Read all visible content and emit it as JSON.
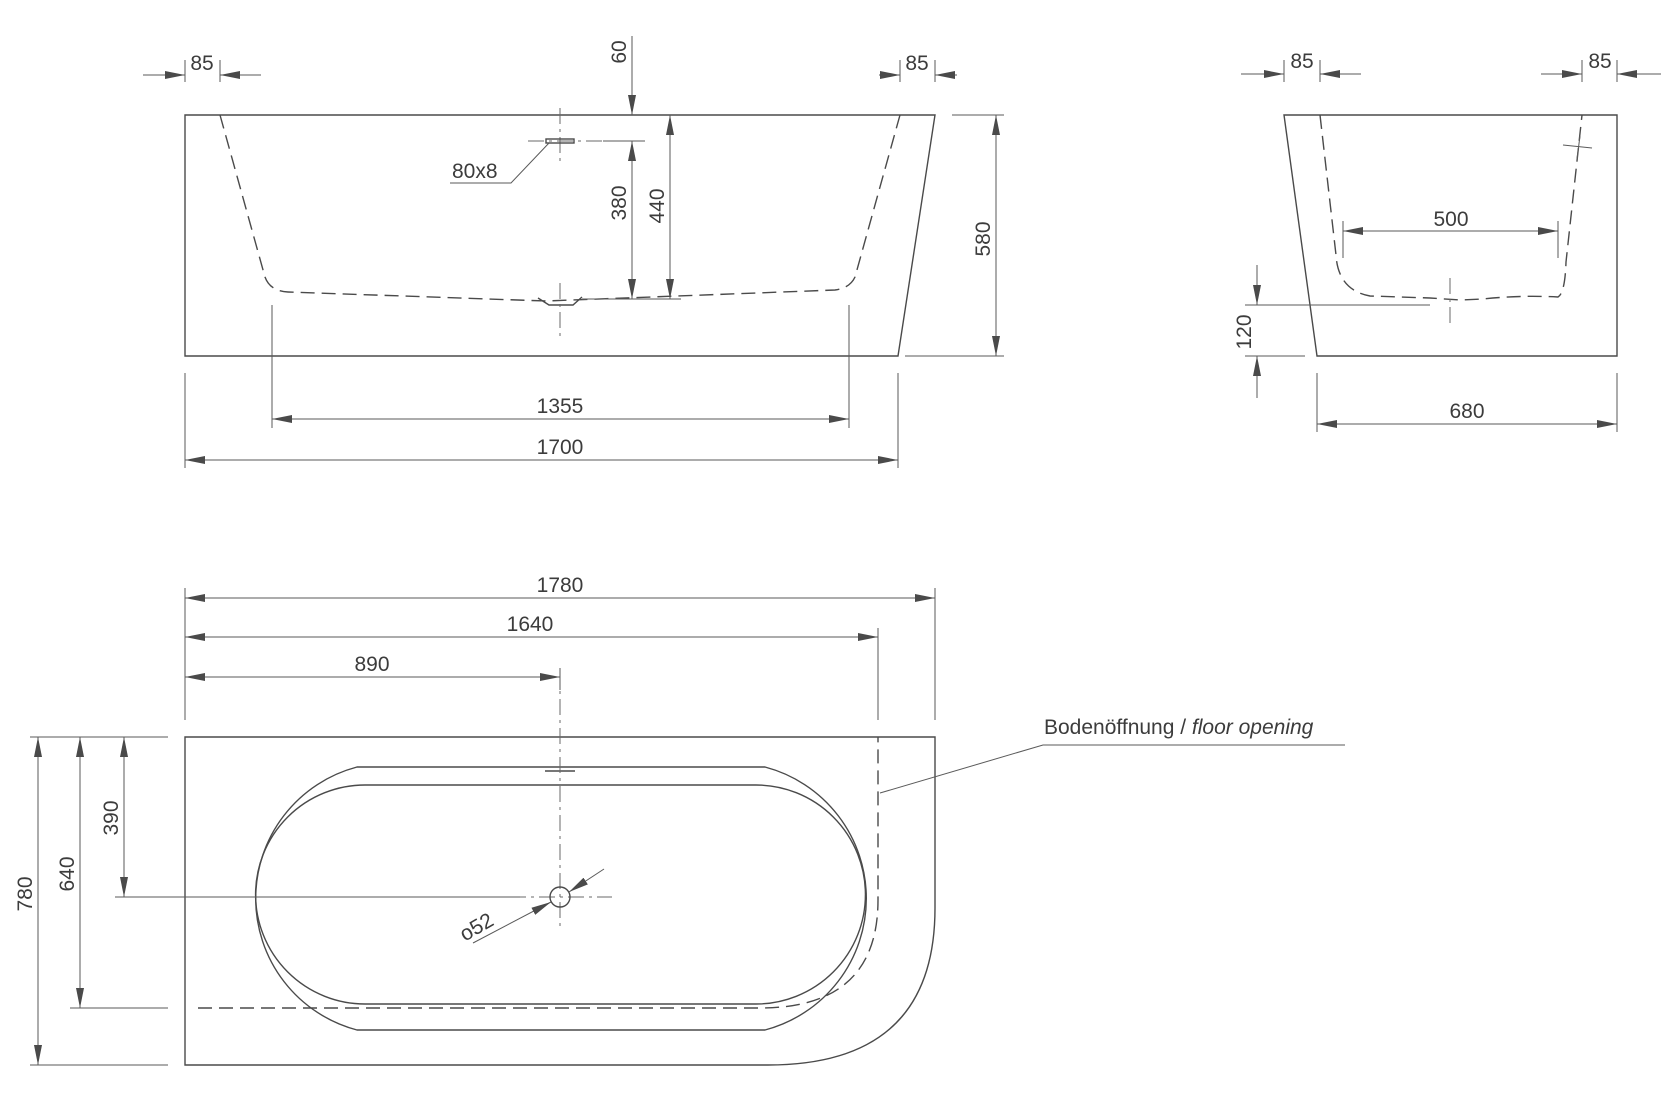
{
  "dimensions": {
    "front": {
      "rim_left": "85",
      "rim_right": "85",
      "rim_drop": "60",
      "overflow_slot": "80x8",
      "overflow_height": "380",
      "inner_depth": "440",
      "total_height": "580",
      "bottom_length": "1355",
      "base_length": "1700"
    },
    "side": {
      "rim_left": "85",
      "rim_right": "85",
      "bottom_width": "500",
      "drain_height": "120",
      "base_width": "680"
    },
    "plan": {
      "total_length": "1780",
      "opening_length": "1640",
      "drain_x": "890",
      "total_width": "780",
      "opening_width": "640",
      "drain_y": "390",
      "drain_diameter": "o52",
      "floor_opening_de": "Bodenöffnung / ",
      "floor_opening_en": "floor opening"
    }
  },
  "colors": {
    "line": "#4a4a4a",
    "text": "#3c3c3c",
    "background": "#ffffff"
  }
}
